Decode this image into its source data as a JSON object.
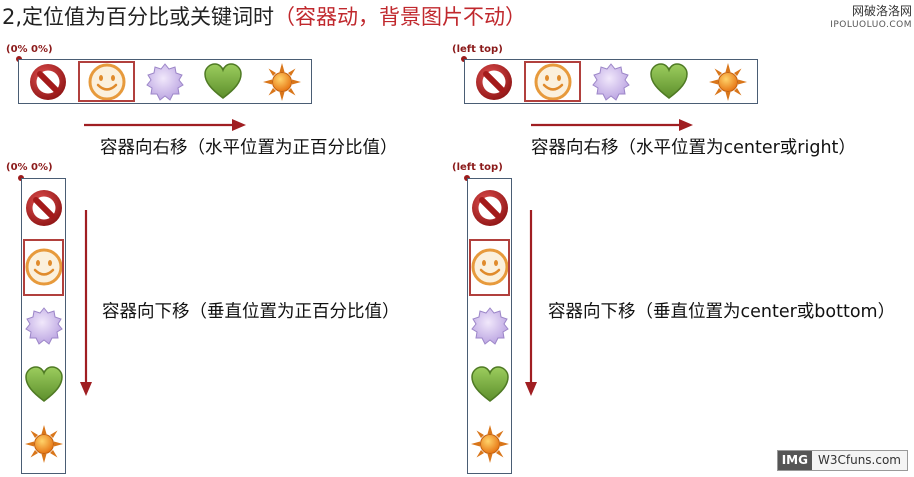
{
  "title": {
    "main": "2,定位值为百分比或关键词时",
    "highlight": "（容器动，背景图片不动）"
  },
  "watermark_top": {
    "line1": "网破洛洛网",
    "line2": "IPOLUOLUO.COM"
  },
  "panels": [
    {
      "badge": "(0% 0%)",
      "caption": "容器向右移（水平位置为正百分比值）",
      "selected_index": 1
    },
    {
      "badge": "(left top)",
      "caption": "容器向右移（水平位置为center或right）",
      "selected_index": 1
    },
    {
      "badge": "(0% 0%)",
      "caption": "容器向下移（垂直位置为正百分比值）",
      "selected_index": 1
    },
    {
      "badge": "(left top)",
      "caption": "容器向下移（垂直位置为center或bottom）",
      "selected_index": 1
    }
  ],
  "icons": [
    "no-entry-icon",
    "smiley-icon",
    "badge-star-icon",
    "heart-icon",
    "sun-icon"
  ],
  "colors": {
    "accent": "#c0282d",
    "arrow": "#a01e22",
    "border": "#4a5d74",
    "selection": "#b1403d"
  },
  "logo": {
    "left": "IMG",
    "right": "W3Cfuns.com"
  }
}
